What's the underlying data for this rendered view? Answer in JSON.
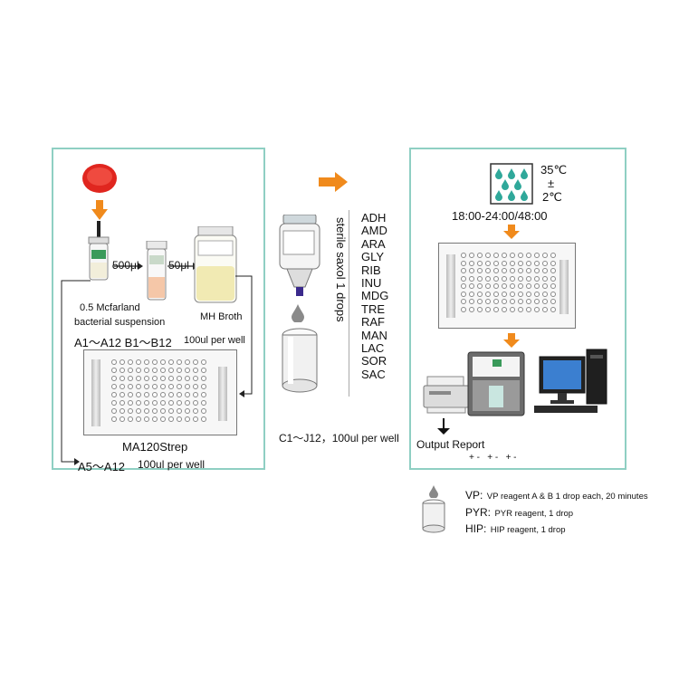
{
  "left_panel": {
    "arrow_500": "500μl",
    "arrow_50": "50μl",
    "suspension_label_1": "0.5 Mcfarland",
    "suspension_label_2": "bacterial suspension",
    "broth_label": "MH Broth",
    "rows_label": "A1～A12 B1～B12",
    "per_well_label": "100ul per well",
    "plate_name": "MA120Strep",
    "bottom_label": "A5～A12",
    "bottom_per_well": "100ul per well"
  },
  "middle": {
    "vertical_text": "sterile saxol 1 drops",
    "tests": [
      "ADH",
      "AMD",
      "ARA",
      "GLY",
      "RIB",
      "INU",
      "MDG",
      "TRE",
      "RAF",
      "MAN",
      "LAC",
      "SOR",
      "SAC"
    ],
    "footer": "C1～J12，100ul per well"
  },
  "right_panel": {
    "temp": "35℃",
    "plusminus": "±",
    "temp_tol": "2℃",
    "time": "18:00-24:00/48:00",
    "output": "Output Report",
    "result_marks": "+ -   + -   + -"
  },
  "legend": [
    {
      "key": "VP:",
      "text": "VP reagent A & B 1 drop each, 20 minutes"
    },
    {
      "key": "PYR:",
      "text": "PYR reagent, 1 drop"
    },
    {
      "key": "HIP:",
      "text": "HIP reagent, 1 drop"
    }
  ],
  "colors": {
    "panel_border": "#8fcfc3",
    "arrow": "#f08a1c",
    "droplet": "#2fa89a",
    "red_plate": "#e0261f"
  },
  "icons": [
    "petri-dish-icon",
    "swab-icon",
    "tube-icon",
    "bottle-icon",
    "microplate-icon",
    "dropper-bottle-icon",
    "droplet-icon",
    "cylinder-icon",
    "incubator-icon",
    "printer-icon",
    "analyzer-icon",
    "computer-icon",
    "arrow-right-icon",
    "arrow-down-icon"
  ]
}
